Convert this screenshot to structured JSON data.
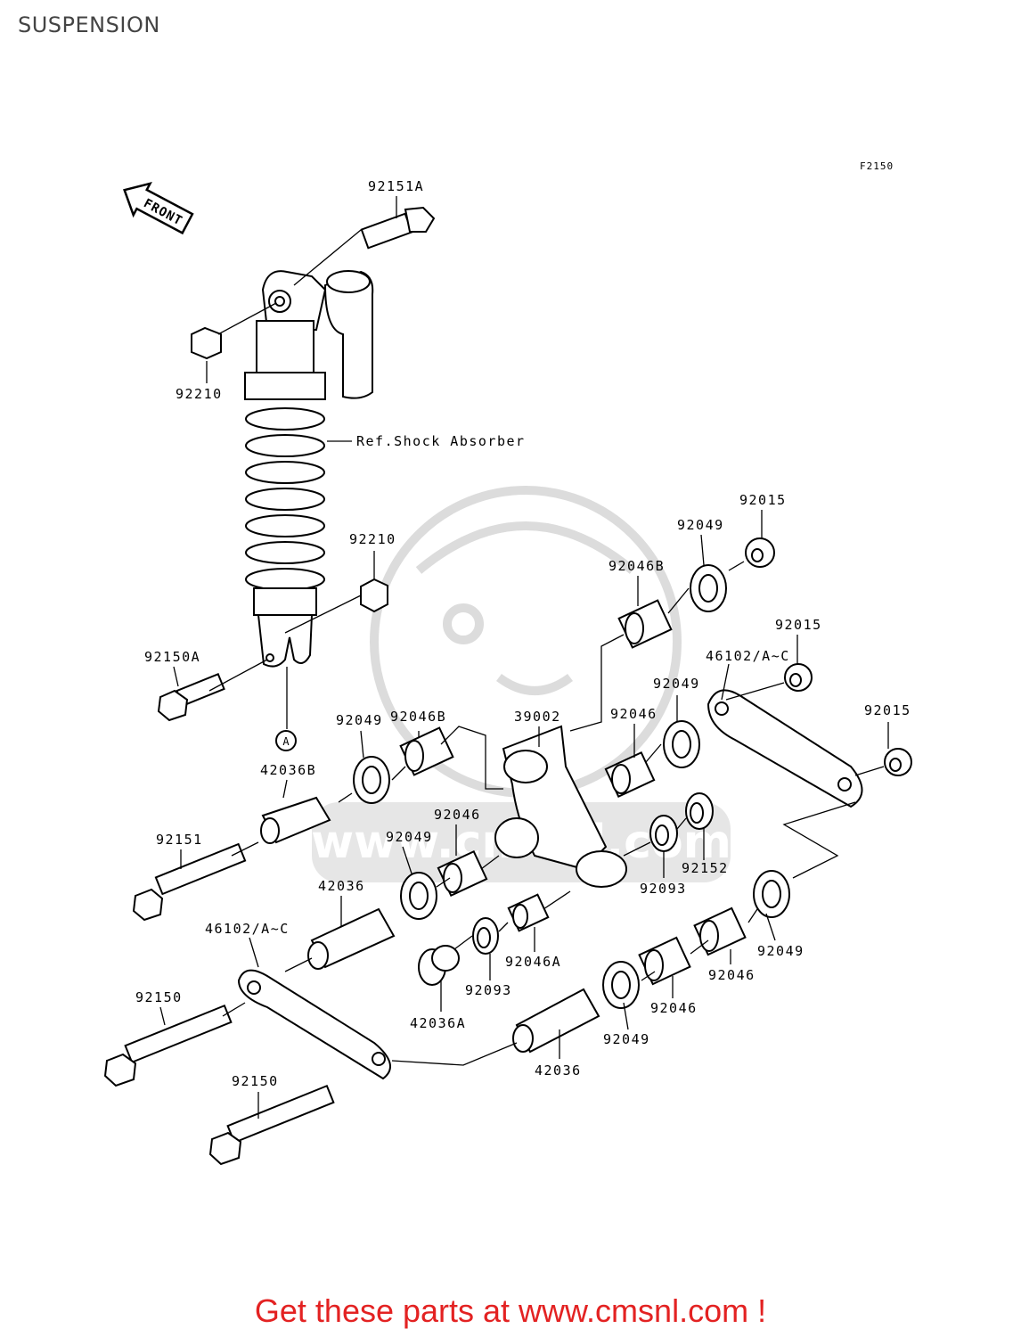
{
  "page": {
    "title": "SUSPENSION",
    "figure_code": "F2150",
    "footer": "Get these parts at www.cmsnl.com !"
  },
  "watermark": {
    "text": "www.cmsnl.com"
  },
  "direction_marker": {
    "label": "FRONT"
  },
  "reference_marker": "A",
  "parts": {
    "bolt_top": "92151A",
    "nut_top": "92210",
    "shock_ref": "Ref.Shock Absorber",
    "nut_mid": "92210",
    "bolt_lower_shock": "92150A",
    "nut_92015_a": "92015",
    "washer_92049_a": "92049",
    "bearing_92046B_a": "92046B",
    "nut_92015_b": "92015",
    "rod_46102_right": "46102/A~C",
    "washer_92049_b": "92049",
    "nut_92015_c": "92015",
    "rocker_39002": "39002",
    "bearing_92046_a": "92046",
    "bearing_92046B_b": "92046B",
    "washer_92049_c": "92049",
    "collar_42036B": "42036B",
    "bearing_92046_b": "92046",
    "washer_92049_d": "92049",
    "bolt_92151": "92151",
    "collar_42036_a": "42036",
    "rod_46102_left": "46102/A~C",
    "seal_92152": "92152",
    "seal_92093_a": "92093",
    "washer_92049_e": "92049",
    "bearing_92046A": "92046A",
    "seal_92093_b": "92093",
    "collar_42036A": "42036A",
    "bearing_92046_c": "92046",
    "bearing_92046_d": "92046",
    "washer_92049_f": "92049",
    "bolt_92150_a": "92150",
    "bolt_92150_b": "92150",
    "collar_42036_b": "42036"
  }
}
